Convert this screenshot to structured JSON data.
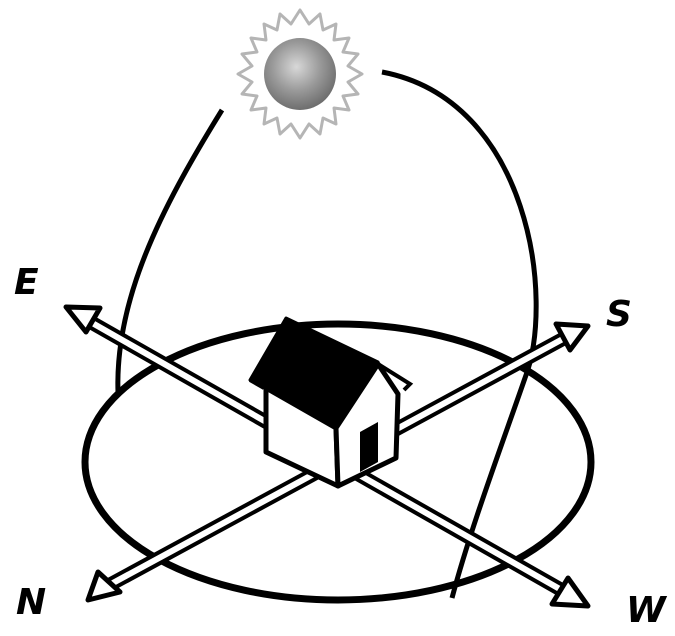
{
  "compass": {
    "east": "E",
    "south": "S",
    "north": "N",
    "west": "W"
  },
  "icons": {
    "sun": "sun-icon",
    "house": "house-icon"
  },
  "colors": {
    "ink": "#000000",
    "paper": "#ffffff",
    "sun_core": "#8a8a8a",
    "sun_rays": "#b5b5b5"
  }
}
